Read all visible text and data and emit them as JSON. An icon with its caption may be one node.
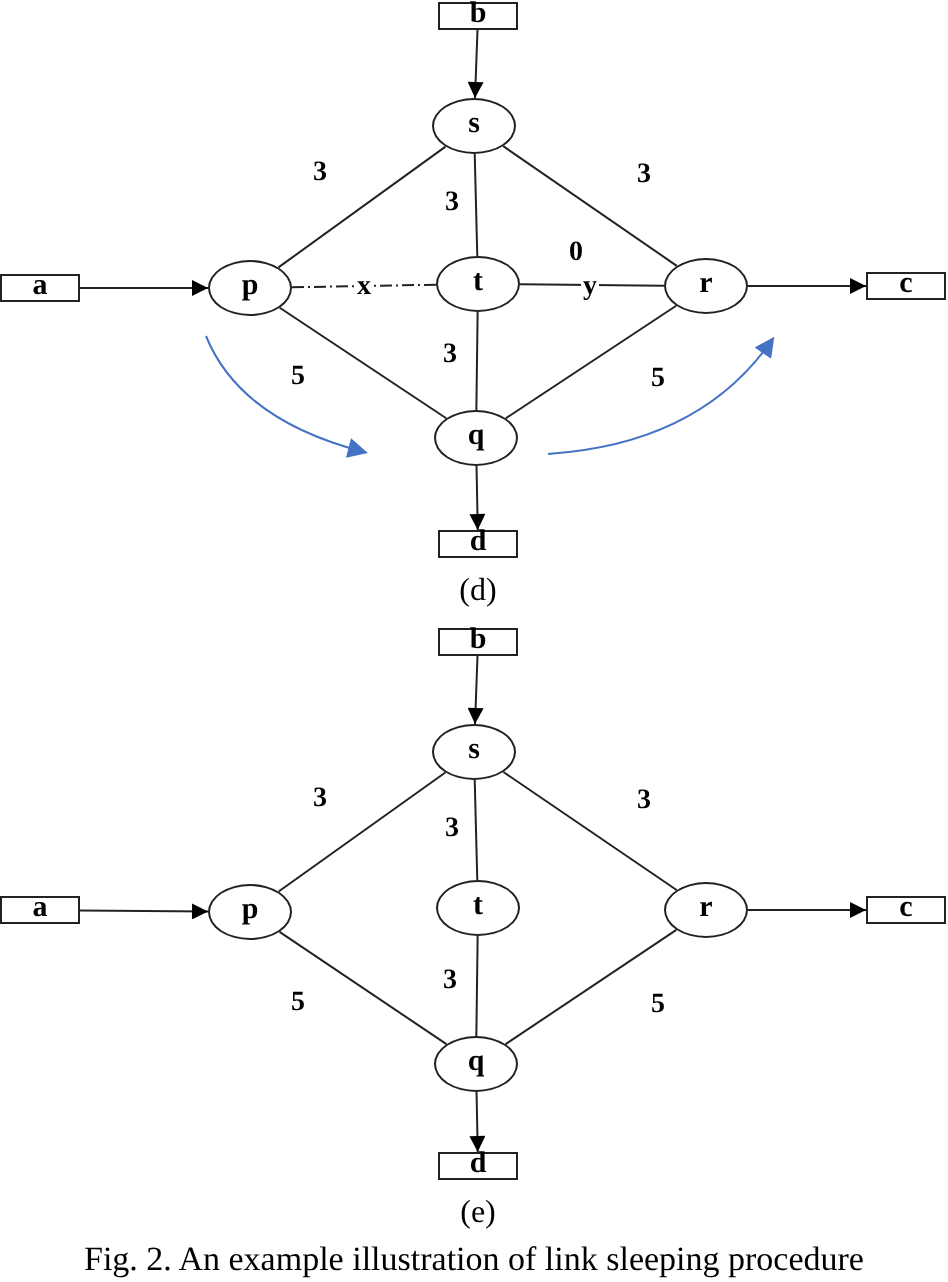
{
  "diagram": {
    "caption": "Fig. 2. An example illustration of link sleeping procedure",
    "nodes": [
      {
        "text": [
          "b"
        ]
      },
      {
        "text": [
          "s"
        ]
      },
      {
        "text": [
          "a"
        ]
      },
      {
        "text": [
          "p"
        ]
      },
      {
        "text": [
          "t"
        ]
      },
      {
        "text": [
          "r"
        ]
      },
      {
        "text": [
          "c"
        ]
      },
      {
        "text": [
          "q"
        ]
      },
      {
        "text": [
          "d"
        ]
      },
      {
        "text": [
          "b"
        ]
      },
      {
        "text": [
          "s"
        ]
      },
      {
        "text": [
          "a"
        ]
      },
      {
        "text": [
          "p"
        ]
      },
      {
        "text": [
          "t"
        ]
      },
      {
        "text": [
          "r"
        ]
      },
      {
        "text": [
          "c"
        ]
      },
      {
        "text": [
          "q"
        ]
      },
      {
        "text": [
          "d"
        ]
      }
    ],
    "edges": [
      {
        "from": 0,
        "to": 1,
        "arrow": "to"
      },
      {
        "from": 1,
        "to": 3,
        "arrow": "none",
        "label": "3"
      },
      {
        "from": 1,
        "to": 4,
        "arrow": "none",
        "label": "3"
      },
      {
        "from": 1,
        "to": 5,
        "arrow": "none",
        "label": "3"
      },
      {
        "from": 2,
        "to": 3,
        "arrow": "to"
      },
      {
        "from": 3,
        "to": 4,
        "arrow": "none",
        "label": "x",
        "style": "dashed"
      },
      {
        "from": 4,
        "to": 5,
        "arrow": "none",
        "label": "y"
      },
      {
        "from": 5,
        "to": 6,
        "arrow": "to"
      },
      {
        "from": 3,
        "to": 7,
        "arrow": "none",
        "label": "5"
      },
      {
        "from": 4,
        "to": 7,
        "arrow": "none",
        "label": "3"
      },
      {
        "from": 5,
        "to": 7,
        "arrow": "none",
        "label": "5"
      },
      {
        "from": 7,
        "to": 8,
        "arrow": "to"
      },
      {
        "from": 9,
        "to": 10,
        "arrow": "to"
      },
      {
        "from": 10,
        "to": 12,
        "arrow": "none",
        "label": "3"
      },
      {
        "from": 10,
        "to": 13,
        "arrow": "none",
        "label": "3"
      },
      {
        "from": 10,
        "to": 14,
        "arrow": "none",
        "label": "3"
      },
      {
        "from": 11,
        "to": 12,
        "arrow": "to"
      },
      {
        "from": 14,
        "to": 15,
        "arrow": "to"
      },
      {
        "from": 12,
        "to": 16,
        "arrow": "none",
        "label": "5"
      },
      {
        "from": 13,
        "to": 16,
        "arrow": "none",
        "label": "3"
      },
      {
        "from": 14,
        "to": 16,
        "arrow": "none",
        "label": "5"
      },
      {
        "from": 16,
        "to": 17,
        "arrow": "to"
      }
    ],
    "labels": [
      "0",
      "(d)",
      "(e)"
    ]
  }
}
